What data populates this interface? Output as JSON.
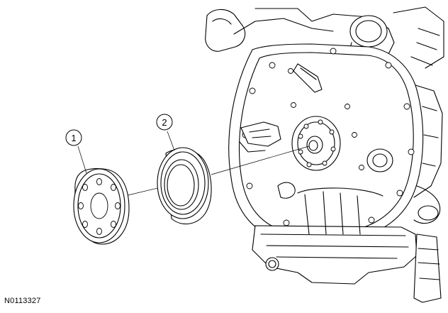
{
  "callouts": [
    {
      "id": "1",
      "label": "1"
    },
    {
      "id": "2",
      "label": "2"
    }
  ],
  "figure_code": "N0113327"
}
